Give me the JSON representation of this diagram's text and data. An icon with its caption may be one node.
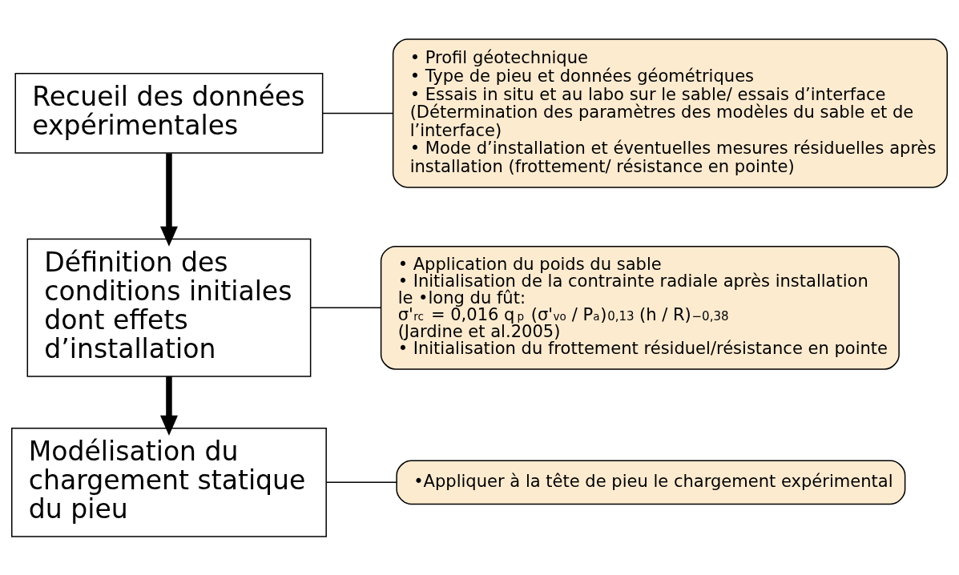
{
  "diagram": {
    "nodes": [
      {
        "text": [
          "Recueil des données expérimentales"
        ]
      },
      {
        "text": [
          "• Profil géotechnique",
          "• Type de pieu et données géométriques",
          "• Essais in situ et au labo sur le sable/ essais d’interface",
          "(Détermination des paramètres des modèles du sable et de l’interface)",
          "• Mode d’installation et éventuelles mesures résiduelles après installation (frottement/ résistance en pointe)"
        ]
      },
      {
        "text": [
          "Définition des conditions initiales dont effets d’installation"
        ]
      },
      {
        "text": [
          "• Application du poids du sable",
          "• Initialisation de la contrainte radiale après installation le •long du fût:",
          "σ'$_{rc}$ = 0,016 q$_{p}$ (σ'$_{vo}$ / P$_{a}$)$^{0,13}$ (h / R)$^{−0,38}$",
          "(Jardine et al.2005)",
          "• Initialisation du frottement résiduel/résistance en pointe"
        ]
      },
      {
        "text": [
          "Modélisation du chargement statique du pieu"
        ]
      },
      {
        "text": [
          "•Appliquer à la tête de pieu le chargement expérimental"
        ]
      }
    ],
    "edges": [
      {
        "from": 0,
        "to": 2,
        "arrow": "to",
        "style": "thick"
      },
      {
        "from": 2,
        "to": 4,
        "arrow": "to",
        "style": "thick"
      },
      {
        "from": 0,
        "to": 1,
        "arrow": "none"
      },
      {
        "from": 2,
        "to": 3,
        "arrow": "none"
      },
      {
        "from": 4,
        "to": 5,
        "arrow": "none"
      }
    ]
  }
}
